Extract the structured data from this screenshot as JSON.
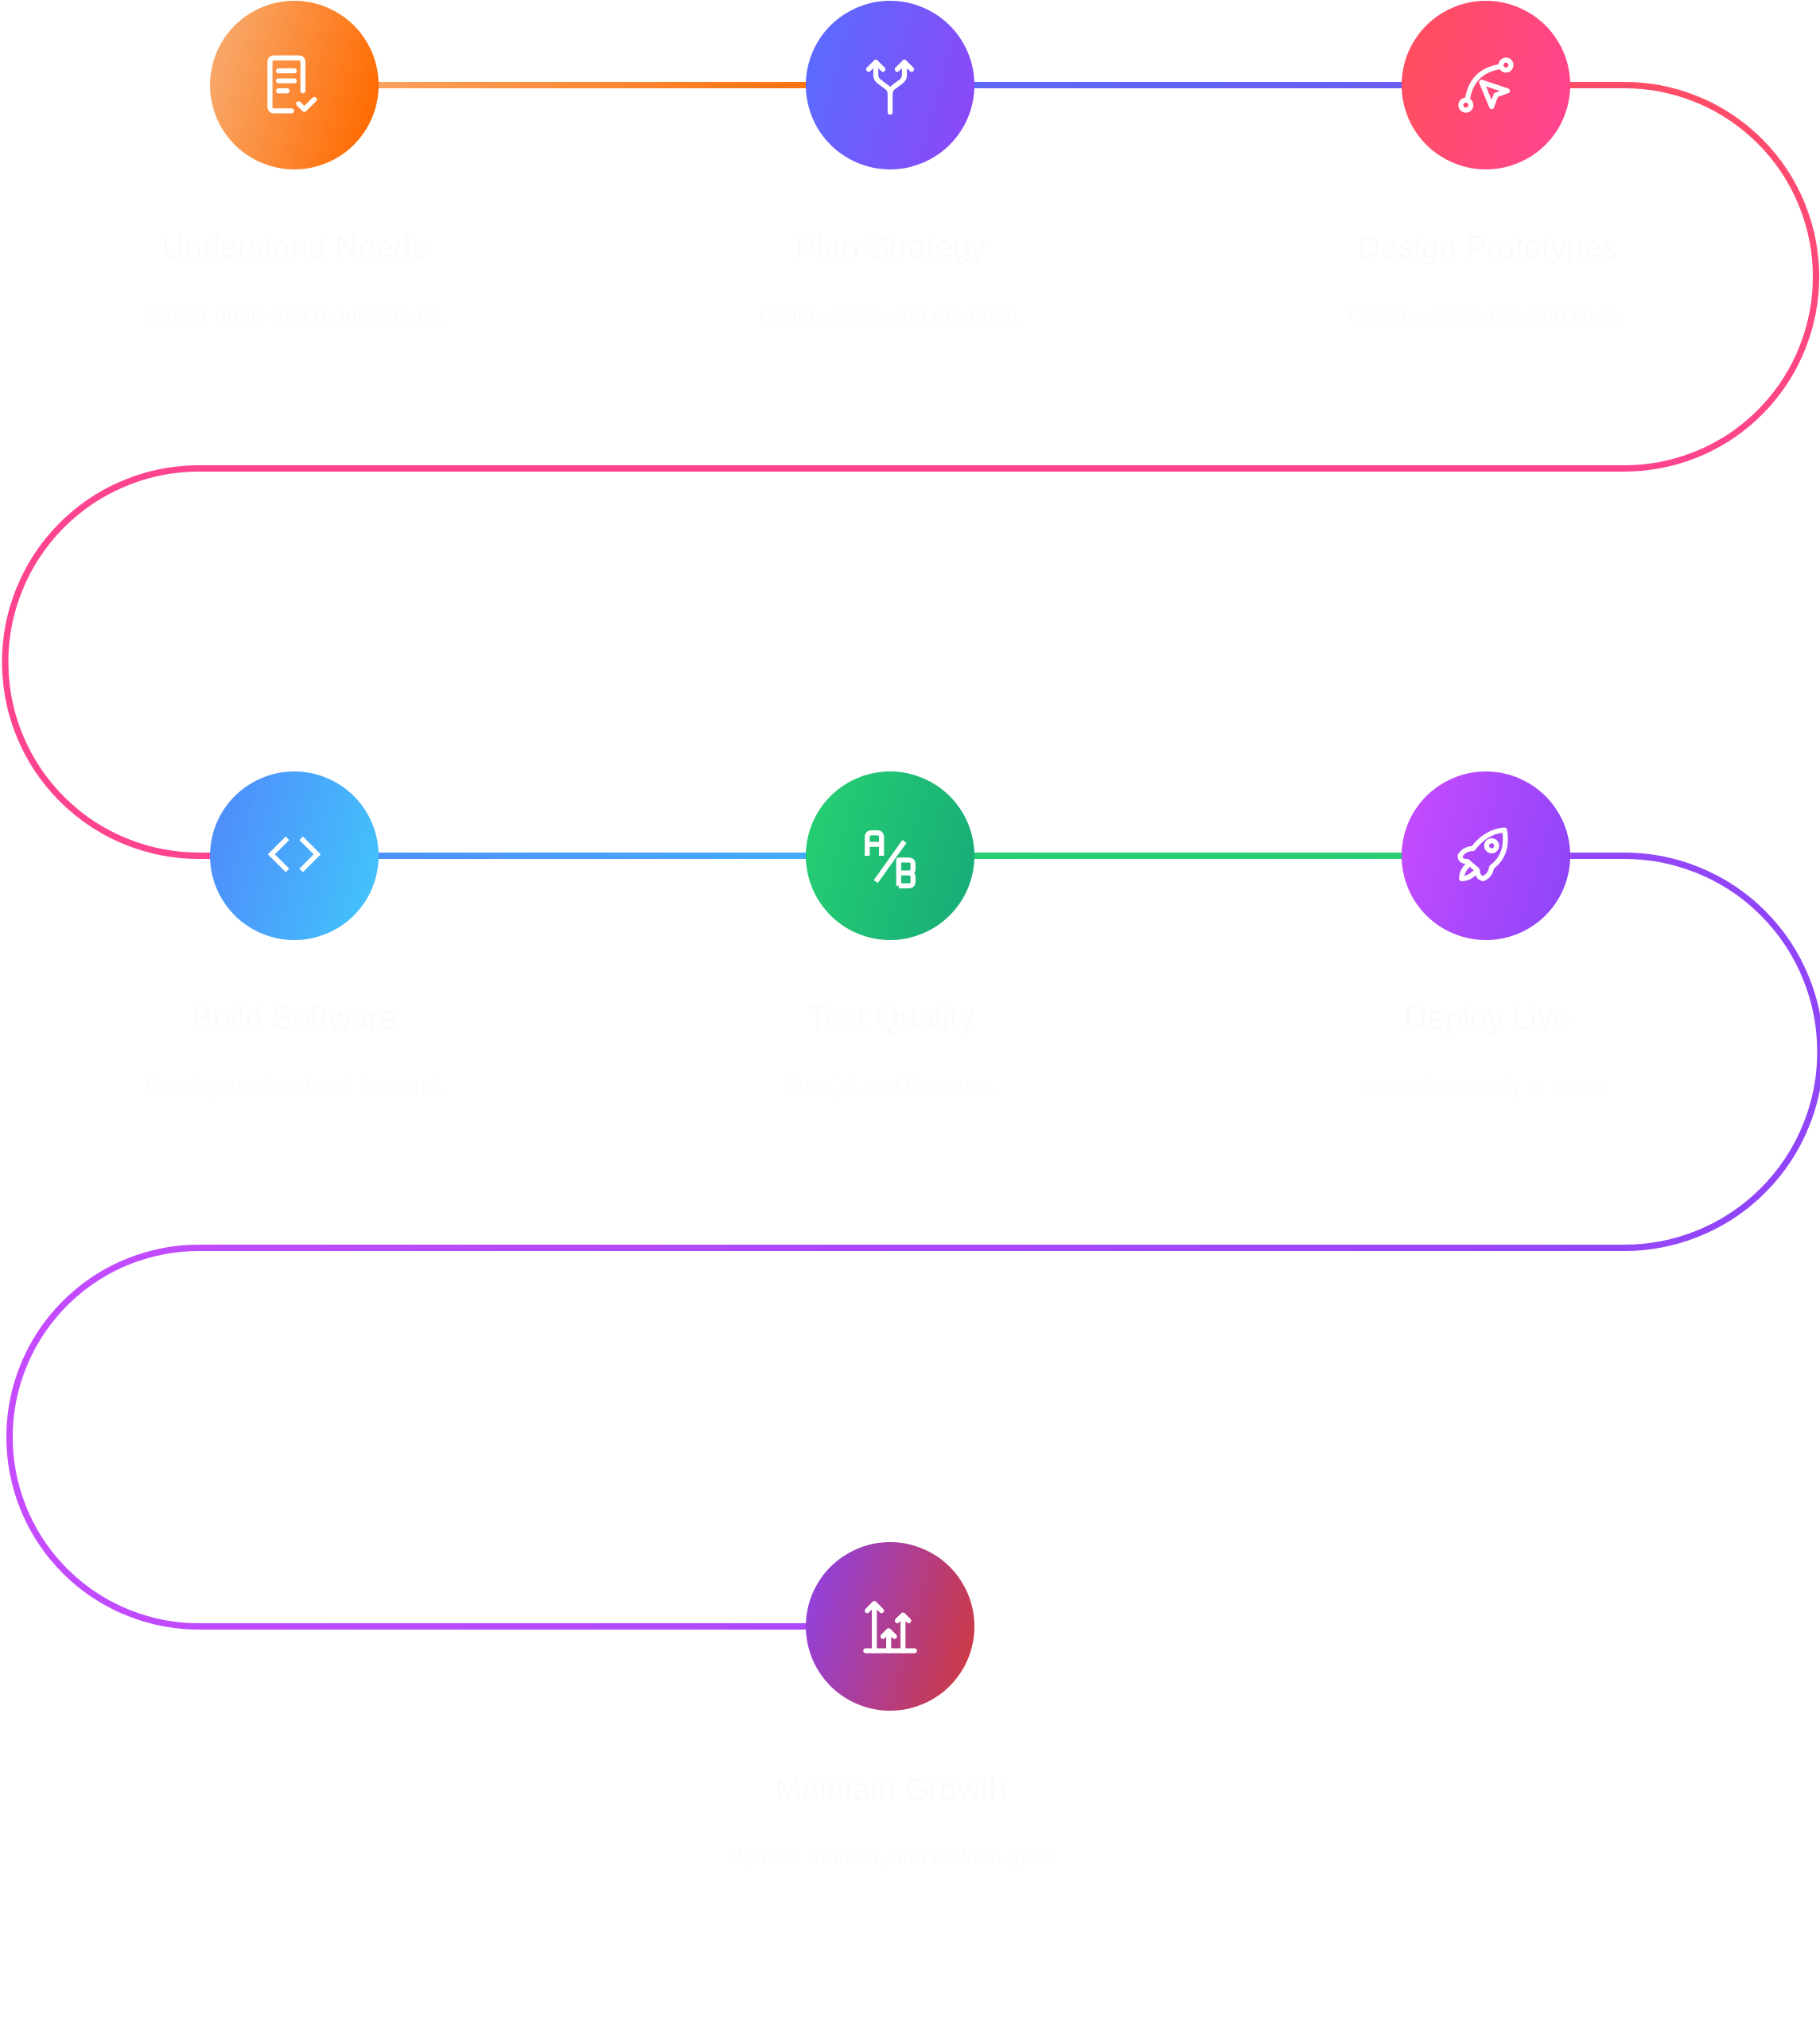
{
  "title": "Product development process",
  "steps": [
    {
      "title": "Understand Needs",
      "description": "Gather goals and requirements.",
      "icon": "document-check-icon",
      "gradient": [
        "#f8a96c",
        "#ff6a00"
      ]
    },
    {
      "title": "Plan Strategy",
      "description": "Define scope and roadmap.",
      "icon": "split-arrows-icon",
      "gradient": [
        "#5b6bff",
        "#8a48f7"
      ]
    },
    {
      "title": "Design Prototypes",
      "description": "Create wireframes and flows.",
      "icon": "bezier-cursor-icon",
      "gradient": [
        "#ff4f5e",
        "#ff448f"
      ]
    },
    {
      "title": "Build Software",
      "description": "Develop backend and frontend.",
      "icon": "code-brackets-icon",
      "gradient": [
        "#4e8dfb",
        "#43c2fb"
      ]
    },
    {
      "title": "Test Quality",
      "description": "Run QA and fix issues.",
      "icon": "ab-test-icon",
      "gradient": [
        "#25ce72",
        "#18ad78"
      ]
    },
    {
      "title": "Deploy Live",
      "description": "Launch securely to users.",
      "icon": "rocket-icon",
      "gradient": [
        "#c54bff",
        "#8f45f8"
      ]
    },
    {
      "title": "Maintain Growth",
      "description": "Update, monitor, and build to grow",
      "icon": "growth-chart-icon",
      "gradient": [
        "#9241dc",
        "#cc3a45"
      ]
    }
  ],
  "connectors": [
    {
      "from": 0,
      "to": 1,
      "colors": [
        "#f8a96c",
        "#ff6a00"
      ]
    },
    {
      "from": 1,
      "to": 2,
      "colors": [
        "#5b6bff",
        "#6c5cf5"
      ]
    },
    {
      "from": 2,
      "to": 3,
      "colors": [
        "#ff4f5e",
        "#ff448f"
      ]
    },
    {
      "from": 3,
      "to": 4,
      "colors": [
        "#4e8dfb",
        "#43b0fb"
      ]
    },
    {
      "from": 4,
      "to": 5,
      "colors": [
        "#25ce72",
        "#2ccd78"
      ]
    },
    {
      "from": 5,
      "to": 6,
      "colors": [
        "#8f45f8",
        "#c54bff"
      ]
    }
  ]
}
